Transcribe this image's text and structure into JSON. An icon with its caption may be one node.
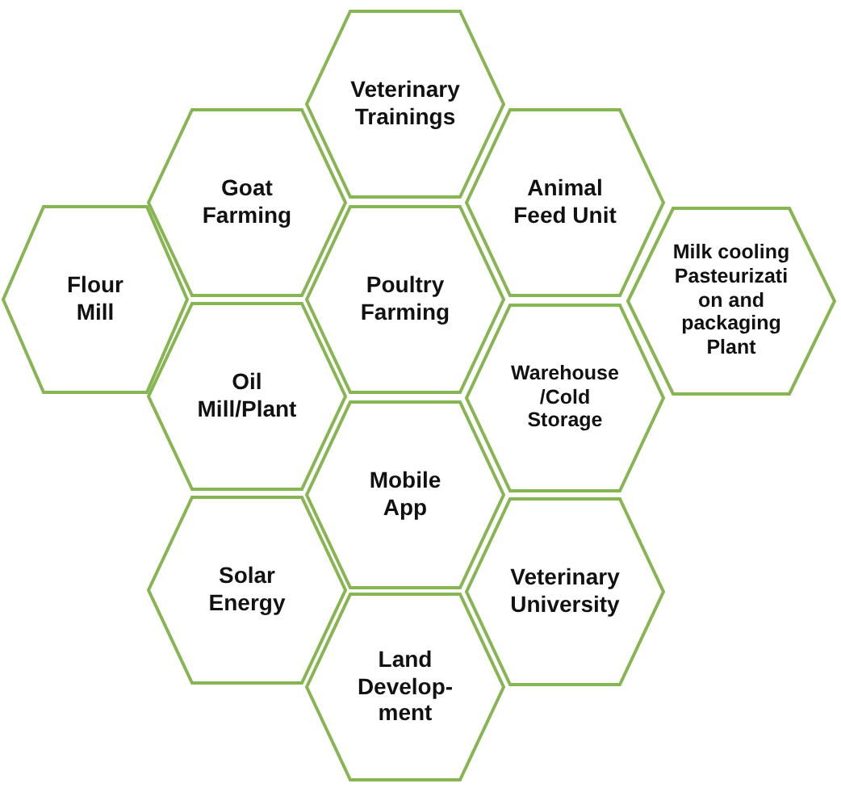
{
  "diagram": {
    "nodes": [
      {
        "text": [
          "Veterinary Trainings"
        ]
      },
      {
        "text": [
          "Goat Farming"
        ]
      },
      {
        "text": [
          "Animal Feed Unit"
        ]
      },
      {
        "text": [
          "Flour Mill"
        ]
      },
      {
        "text": [
          "Poultry Farming"
        ]
      },
      {
        "text": [
          "Milk cooling Pasteurizati on and packaging Plant"
        ]
      },
      {
        "text": [
          "Oil Mill/Plant"
        ]
      },
      {
        "text": [
          "Warehouse /Cold Storage"
        ]
      },
      {
        "text": [
          "Mobile App"
        ]
      },
      {
        "text": [
          "Solar Energy"
        ]
      },
      {
        "text": [
          "Veterinary University"
        ]
      },
      {
        "text": [
          "Land Develop- ment"
        ]
      }
    ]
  }
}
